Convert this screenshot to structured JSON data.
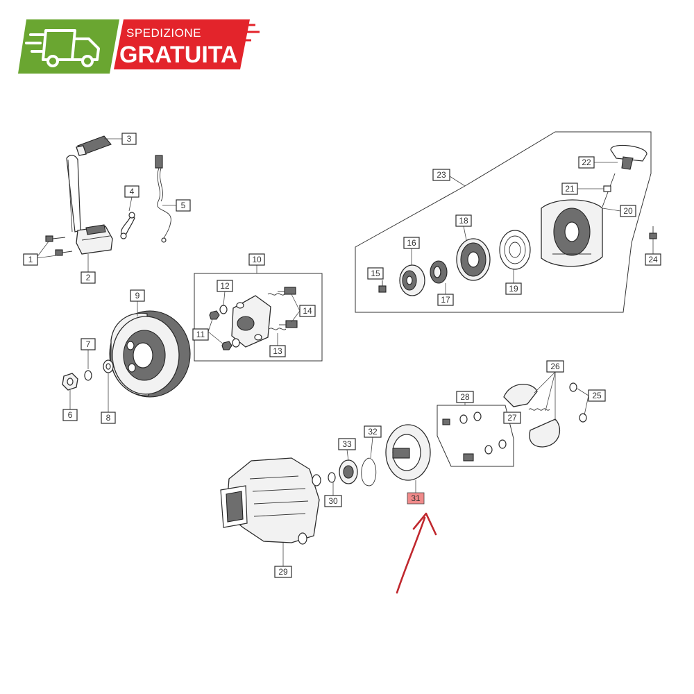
{
  "banner": {
    "line1": "SPEDIZIONE",
    "line2": "GRATUITA",
    "green": "#6aa631",
    "red": "#e3242b",
    "icon": "delivery-truck-icon"
  },
  "highlight_color": "#f08a8a",
  "arrow_color": "#c0282e",
  "highlighted_part": "31",
  "callouts": {
    "p1": "1",
    "p2": "2",
    "p3": "3",
    "p4": "4",
    "p5": "5",
    "p6": "6",
    "p7": "7",
    "p8": "8",
    "p9": "9",
    "p10": "10",
    "p11": "11",
    "p12": "12",
    "p13": "13",
    "p14": "14",
    "p15": "15",
    "p16": "16",
    "p17": "17",
    "p18": "18",
    "p19": "19",
    "p20": "20",
    "p21": "21",
    "p22": "22",
    "p23": "23",
    "p24": "24",
    "p25": "25",
    "p26": "26",
    "p27": "27",
    "p28": "28",
    "p29": "29",
    "p30": "30",
    "p31": "31",
    "p32": "32",
    "p33": "33"
  }
}
